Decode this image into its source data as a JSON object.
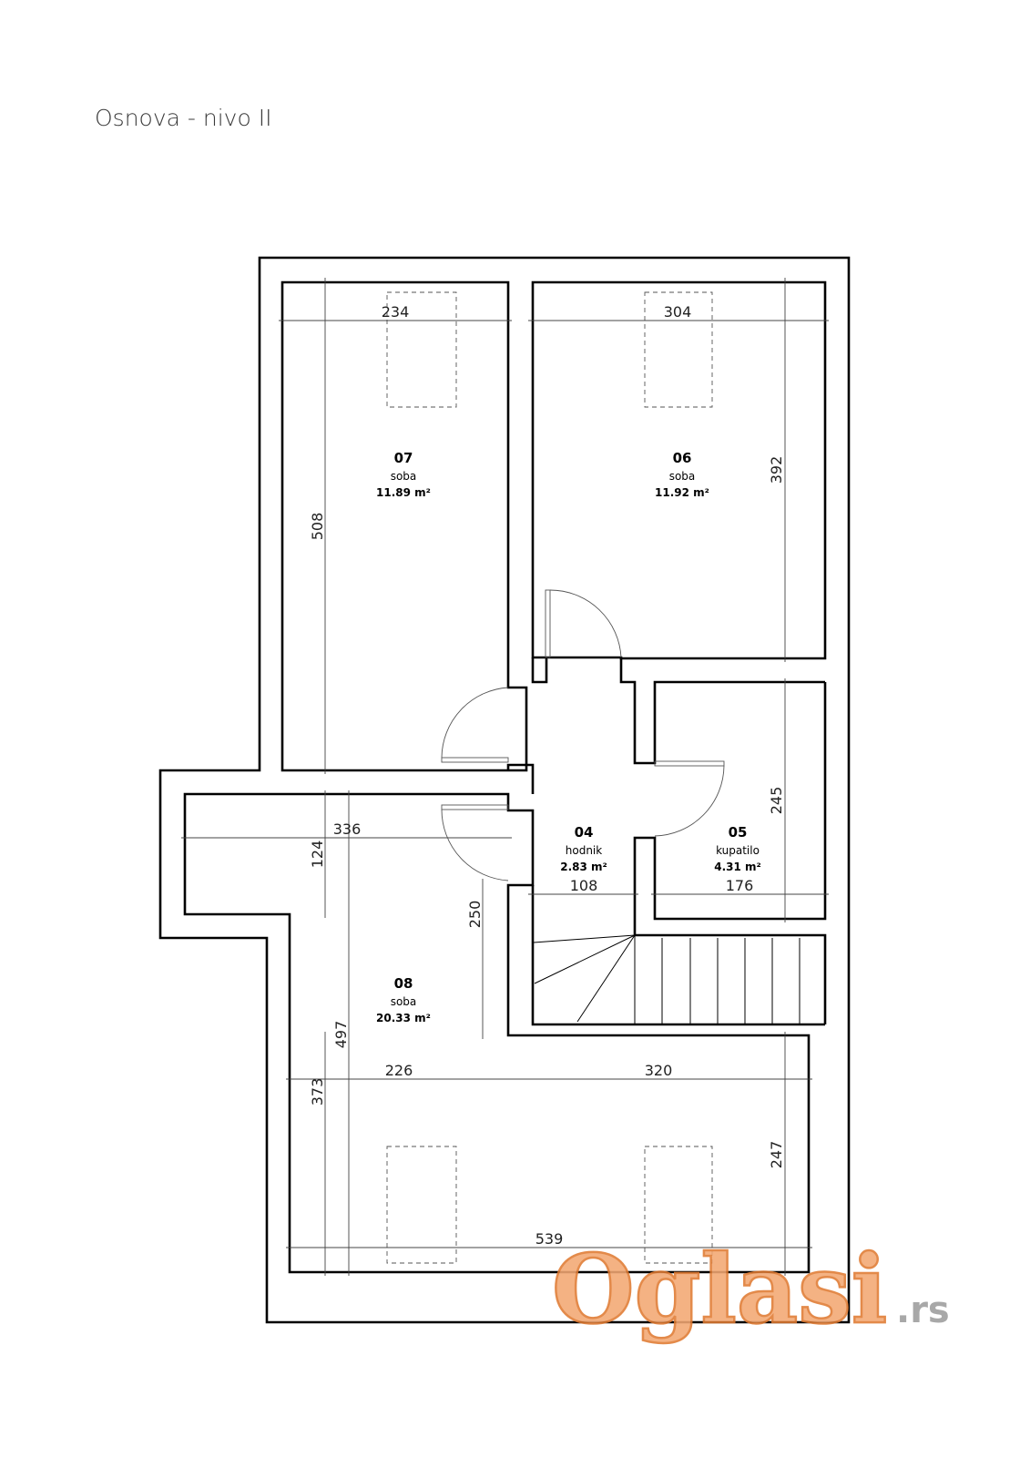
{
  "title": "Osnova - nivo II",
  "rooms": [
    {
      "number": "07",
      "name": "soba",
      "area": "11.89 m²"
    },
    {
      "number": "06",
      "name": "soba",
      "area": "11.92 m²"
    },
    {
      "number": "04",
      "name": "hodnik",
      "area": "2.83 m²"
    },
    {
      "number": "05",
      "name": "kupatilo",
      "area": "4.31 m²"
    },
    {
      "number": "08",
      "name": "soba",
      "area": "20.33 m²"
    }
  ],
  "dimensions": {
    "d234": "234",
    "d304": "304",
    "d508": "508",
    "d392": "392",
    "d245": "245",
    "d336": "336",
    "d124": "124",
    "d108": "108",
    "d176": "176",
    "d250": "250",
    "d497": "497",
    "d373": "373",
    "d226": "226",
    "d320": "320",
    "d247": "247",
    "d539": "539"
  },
  "watermark": {
    "logo": "Oglasi",
    "suffix": ".rs"
  }
}
